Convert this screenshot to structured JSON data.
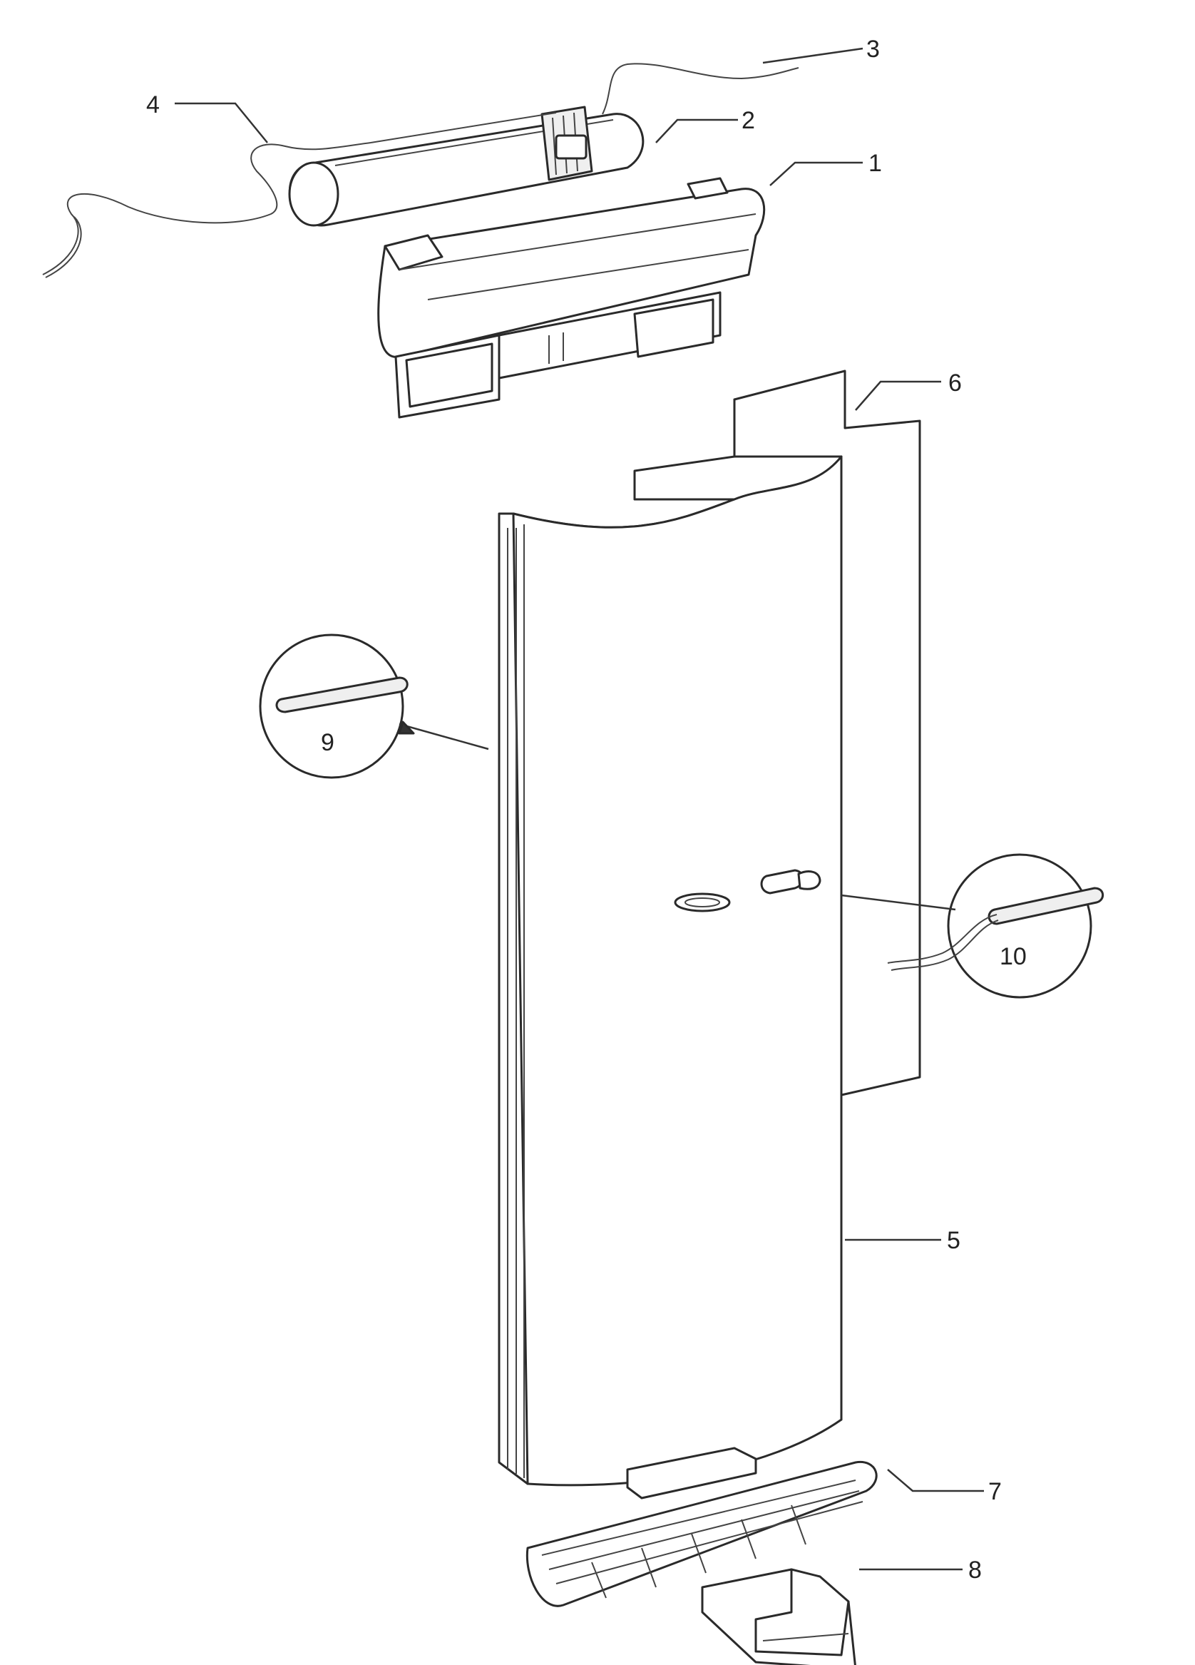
{
  "callouts": {
    "part_1": "1",
    "part_2": "2",
    "part_3": "3",
    "part_4": "4",
    "part_5": "5",
    "part_6": "6",
    "part_7": "7",
    "part_8": "8",
    "part_9": "9",
    "part_10": "10"
  },
  "colors": {
    "line": "#2a2a2a",
    "background": "#ffffff"
  }
}
